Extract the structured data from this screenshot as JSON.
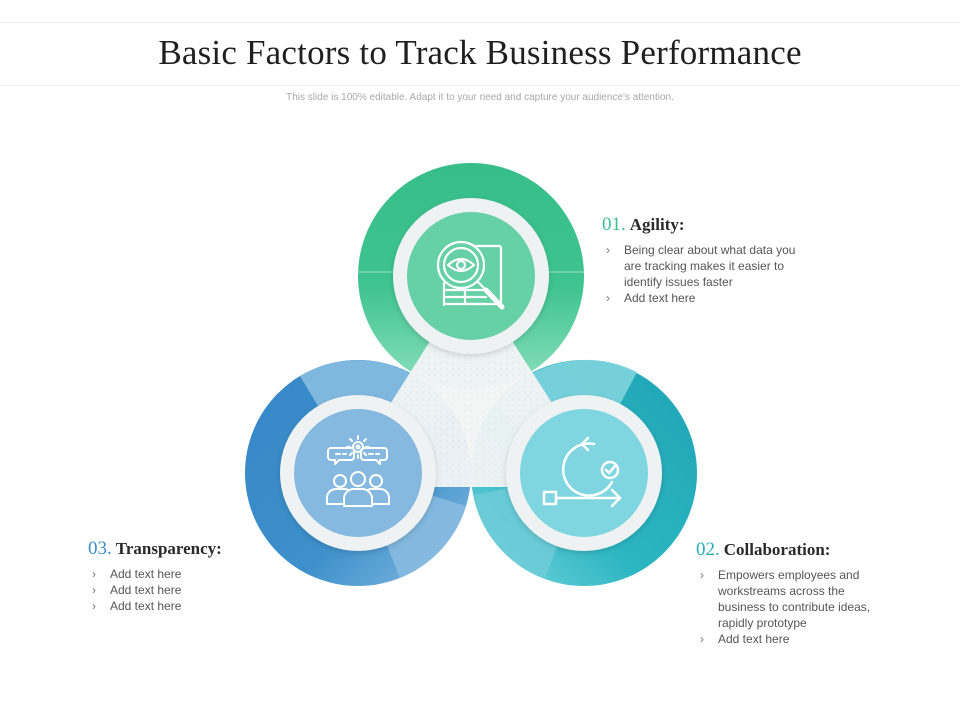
{
  "title": "Basic Factors to Track Business Performance",
  "subtitle": "This slide is 100% editable. Adapt it to your need and capture your audience's attention.",
  "colors": {
    "green": "#3bbf8c",
    "green_light": "#7dd9b4",
    "teal": "#25aeb8",
    "teal_light": "#7fd6e1",
    "blue": "#3a8dc9",
    "blue_light": "#85b9df"
  },
  "items": [
    {
      "id": "agility",
      "number": "01.",
      "title": "Agility:",
      "icon": "document-search-eye-icon",
      "color": "#3bbf8c",
      "bullets": [
        "Being clear about what data you are tracking makes it easier to identify issues faster",
        "Add text here"
      ]
    },
    {
      "id": "collaboration",
      "number": "02.",
      "title": "Collaboration:",
      "icon": "cycle-process-icon",
      "color": "#25aeb8",
      "bullets": [
        "Empowers employees and workstreams across the business to contribute ideas, rapidly prototype",
        "Add text here"
      ]
    },
    {
      "id": "transparency",
      "number": "03.",
      "title": "Transparency:",
      "icon": "team-discussion-icon",
      "color": "#3a8dc9",
      "bullets": [
        "Add text here",
        "Add text here",
        "Add text here"
      ]
    }
  ]
}
